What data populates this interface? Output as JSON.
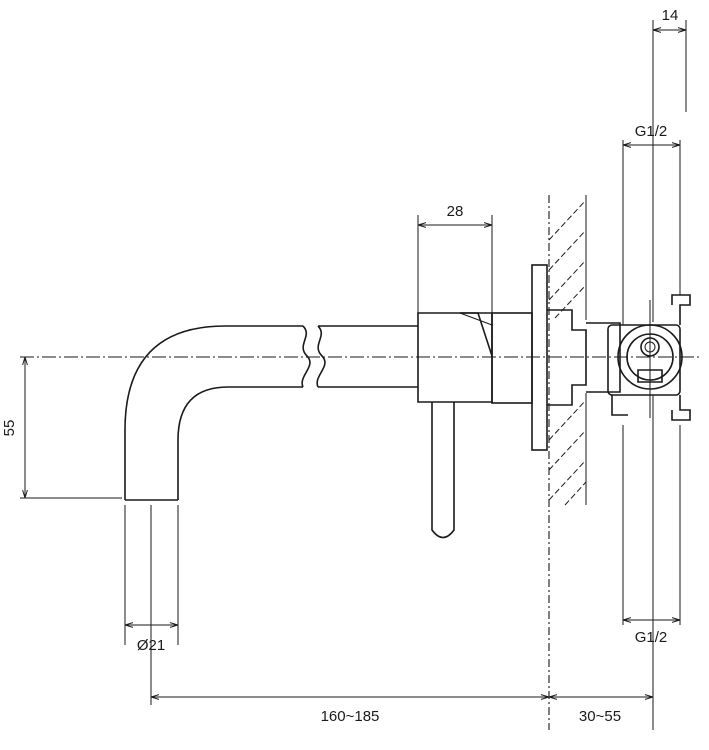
{
  "dimensions": {
    "top_right_width": "14",
    "thread_top": "G1/2",
    "lever_width": "28",
    "height_offset": "55",
    "spout_diameter": "Ø21",
    "thread_bottom": "G1/2",
    "spout_length": "160~185",
    "wall_depth": "30~55"
  }
}
